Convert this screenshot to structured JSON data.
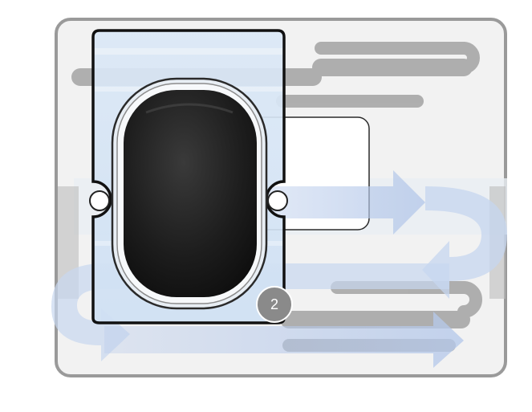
{
  "diagram": {
    "step_badge": {
      "label": "2"
    },
    "elements": {
      "base_plate": "mounting-plate",
      "serpentine_path": "serpentine-track",
      "flow_arrows": [
        "arrow-right-upper",
        "arrow-uturn-right",
        "arrow-uturn-left",
        "arrow-right-lower"
      ],
      "device": "rounded-device",
      "holder": "transparent-holder",
      "mount_holes": [
        "left-mount-hole",
        "right-mount-hole"
      ]
    },
    "colors": {
      "plate_fill": "#f2f2f2",
      "plate_stroke": "#9a9a9a",
      "track": "#9e9e9e",
      "arrow_fill": "#cfdcf0",
      "holder_fill": "#d7e7f5",
      "holder_stroke": "#111111",
      "device_fill": "#1b1b1b",
      "badge_fill": "#8a8a8a"
    }
  }
}
